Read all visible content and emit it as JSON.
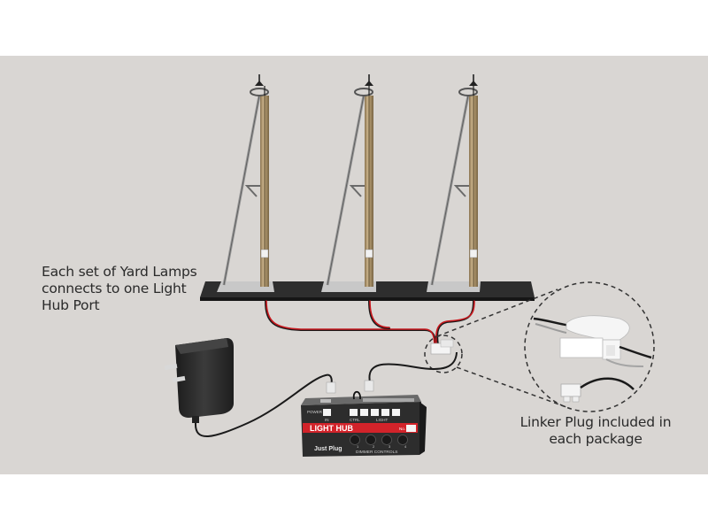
{
  "captions": {
    "yard_lamps": "Each set of Yard Lamps connects to one Light Hub Port",
    "linker_plug": "Linker Plug included in each package"
  },
  "light_hub": {
    "title": "LIGHT HUB",
    "brand": "Just Plug",
    "power_label": "POWER",
    "in_label": "IN",
    "ctrl_label": "CTRL",
    "light_label": "LIGHT",
    "no_label": "No.",
    "dimmer_label": "DIMMER CONTROLS",
    "dimmer_numbers": [
      "1",
      "2",
      "3",
      "4"
    ]
  },
  "lamps": [
    {
      "name": "yard-lamp-1"
    },
    {
      "name": "yard-lamp-2"
    },
    {
      "name": "yard-lamp-3"
    }
  ],
  "colors": {
    "background": "#d9d6d3",
    "hub_red": "#d2232a",
    "wire_red": "#c8171d",
    "wire_black": "#1a1a1a",
    "pole_wood": "#b59d74",
    "base_dark": "#2b2b2b"
  },
  "icons": {
    "power_adapter": "wall-adapter-icon",
    "linker_plug": "connector-plug-icon",
    "magnifier": "dashed-callout-circle"
  }
}
